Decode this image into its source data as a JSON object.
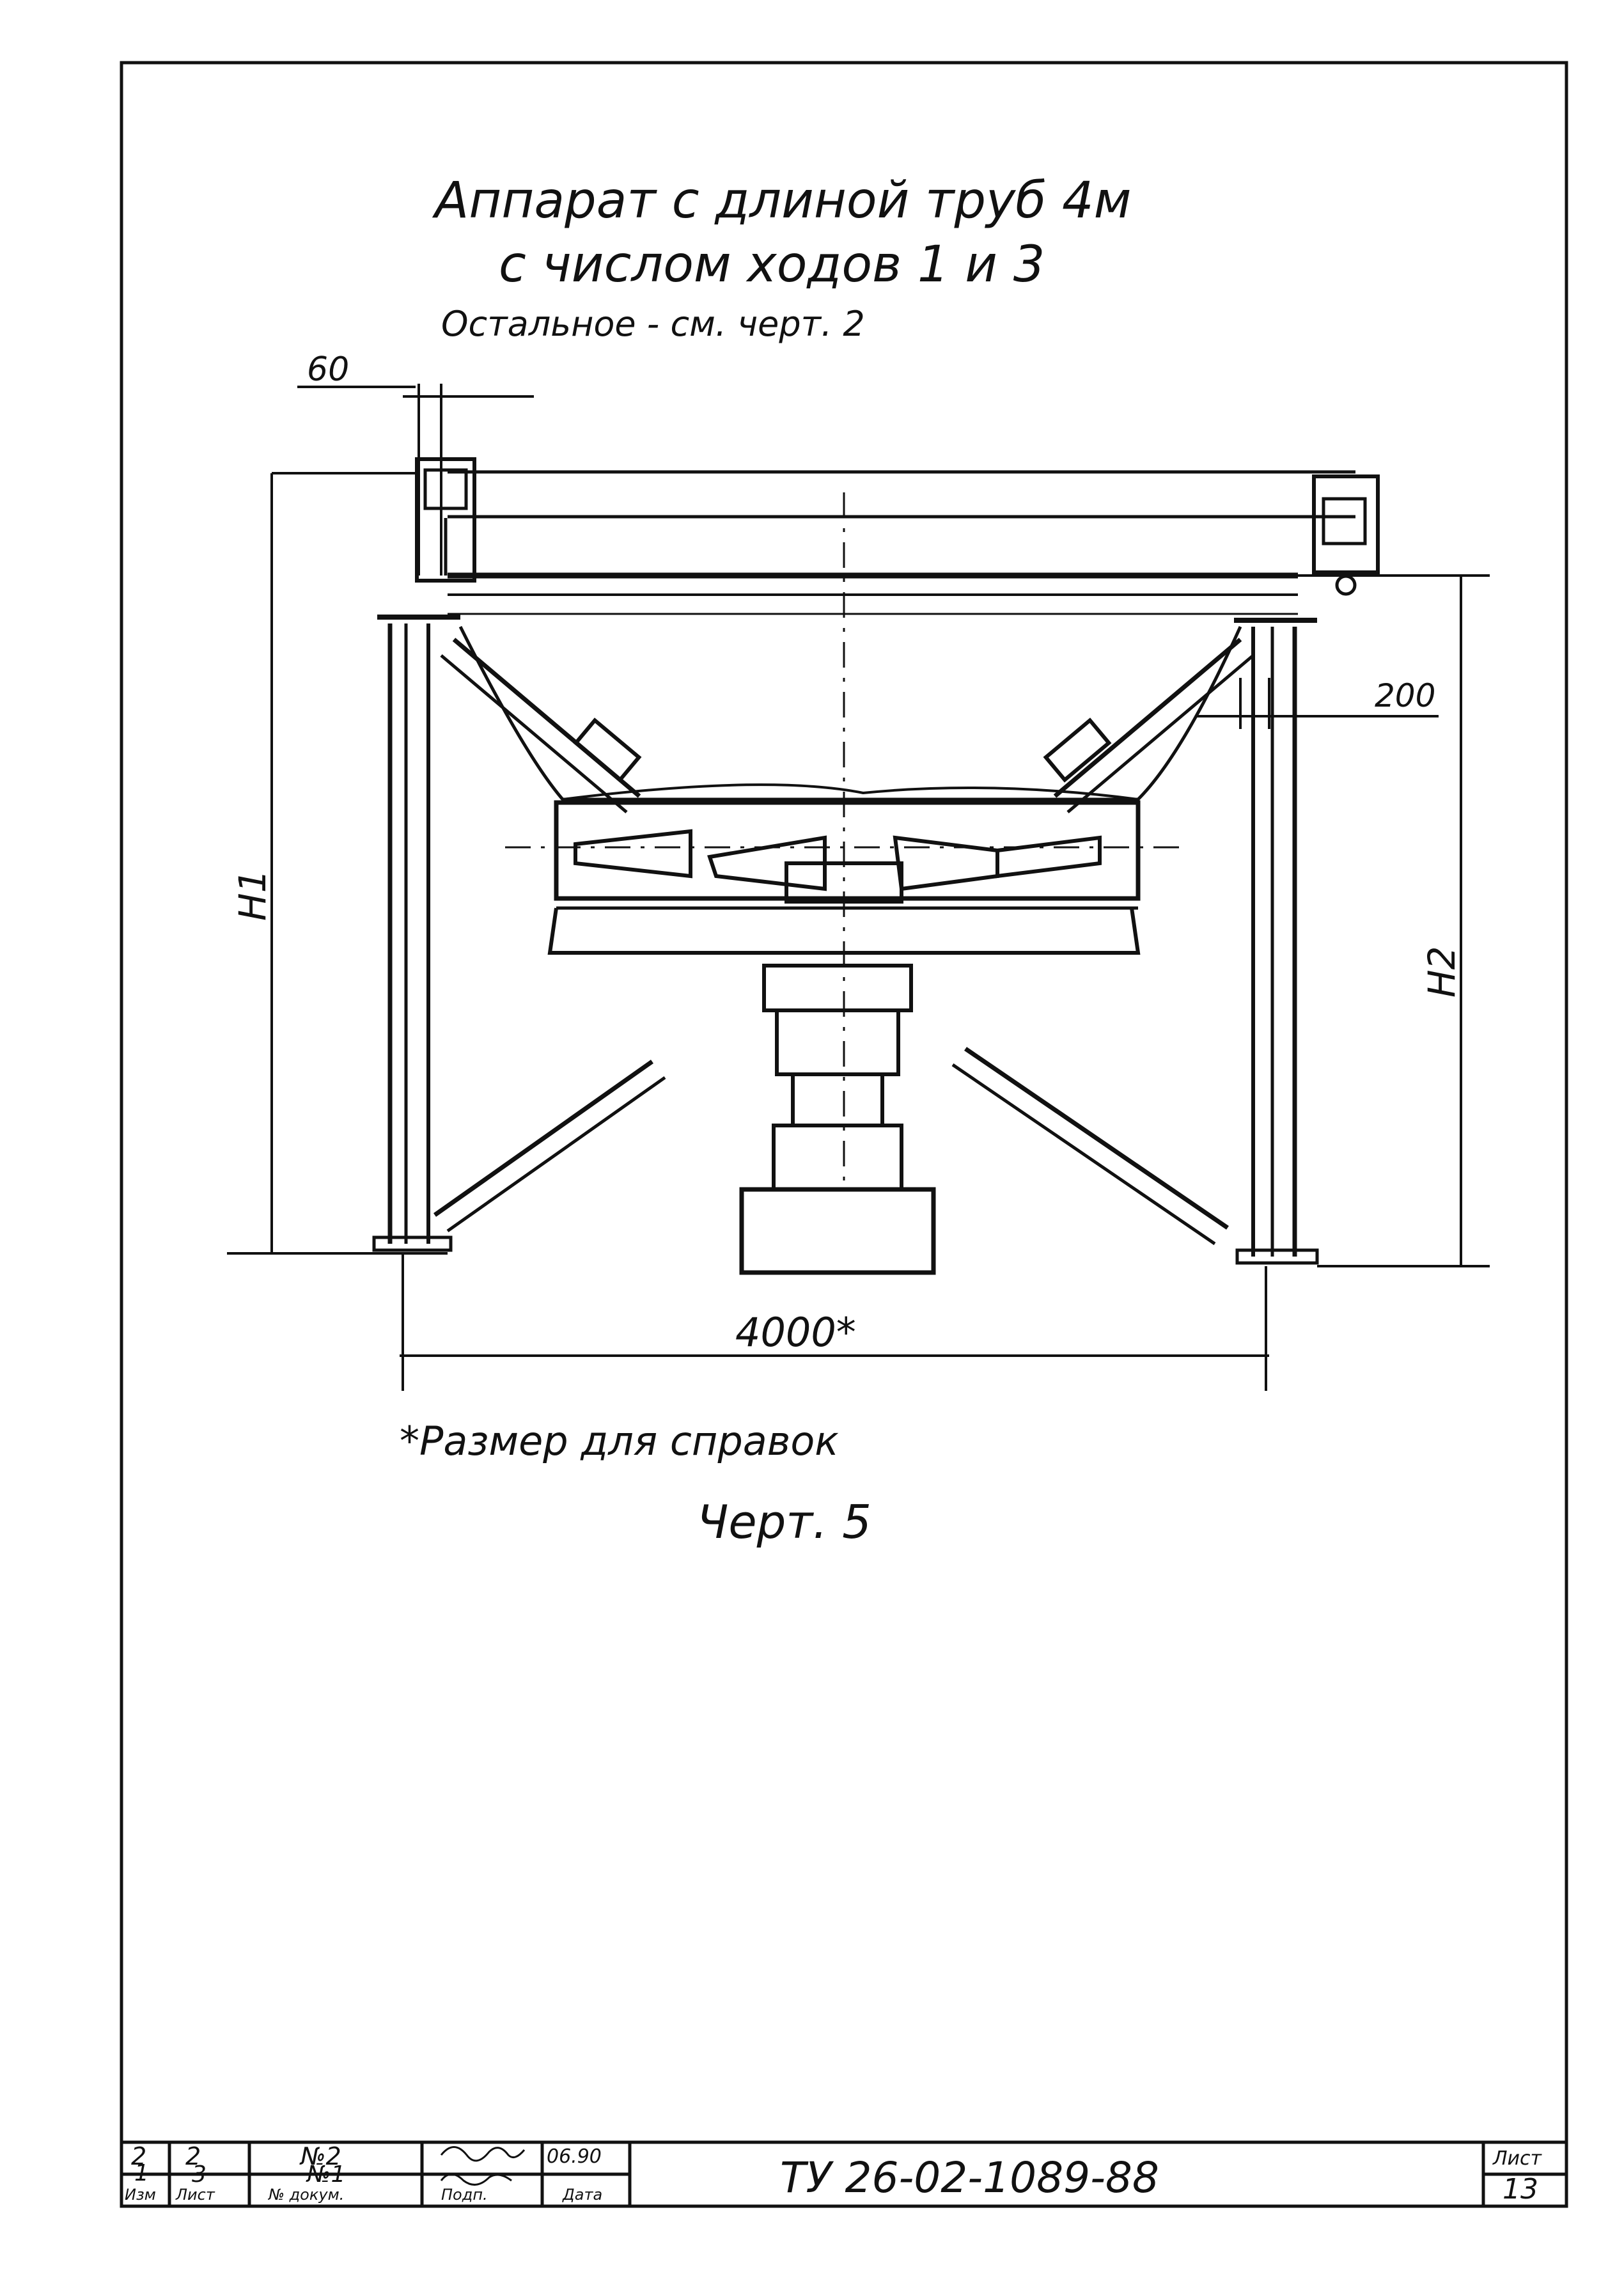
{
  "header": {
    "line1": "Аппарат с длиной труб 4м",
    "line2": "с числом ходов 1 и 3",
    "line3": "Остальное - см. черт. 2"
  },
  "dimensions": {
    "d60": "60",
    "d200": "200",
    "h1": "H1",
    "h2": "H2",
    "d4000": "4000*"
  },
  "footnote": "*Размер для справок",
  "caption": "Черт. 5",
  "title_block": {
    "rows": [
      [
        "2",
        "2",
        "№2",
        "",
        "06.90"
      ],
      [
        "1",
        "3",
        "№1",
        "",
        ""
      ]
    ],
    "header_labels": [
      "Изм",
      "Лист",
      "№ докум.",
      "Подп.",
      "Дата"
    ],
    "doc_number": "ТУ 26-02-1089-88",
    "sheet_label": "Лист",
    "sheet_number": "13"
  },
  "colors": {
    "ink": "#111111",
    "paper": "#ffffff"
  }
}
